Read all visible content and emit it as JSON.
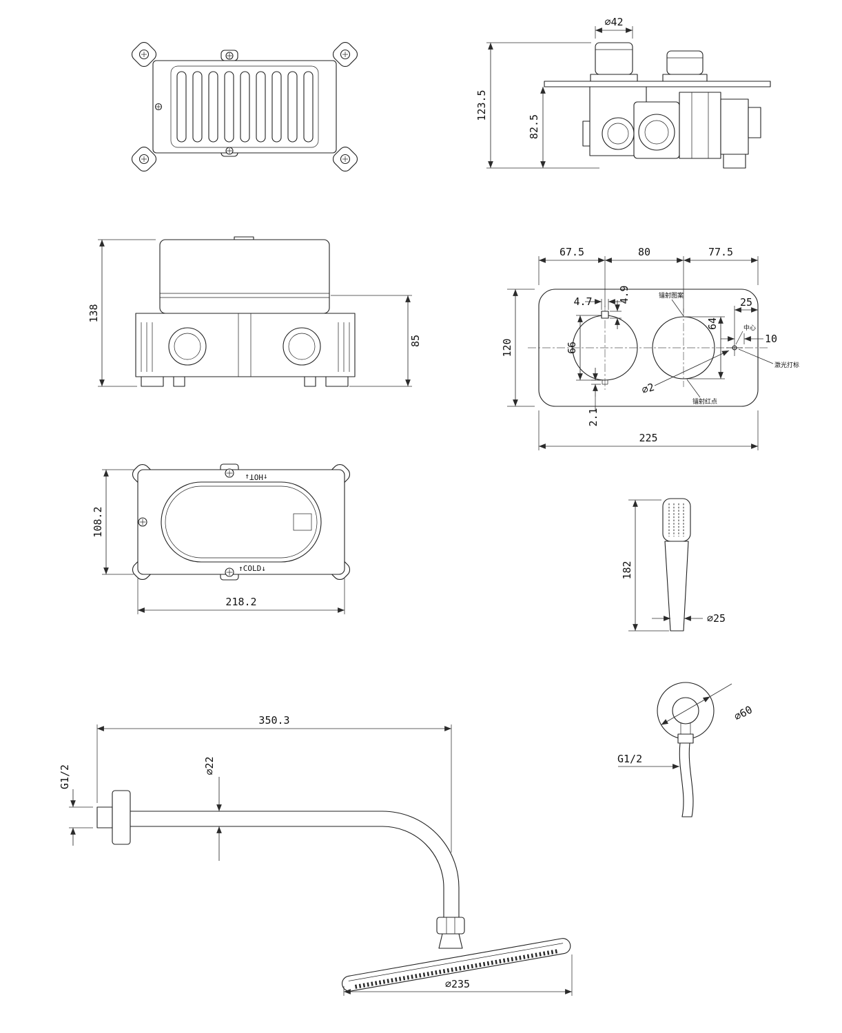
{
  "views": {
    "valve_side": {
      "knob_dia": "⌀42",
      "total_height": "123.5",
      "body_height": "82.5"
    },
    "valve_front": {
      "total_height": "138",
      "body_height": "85"
    },
    "faceplate": {
      "span_left": "67.5",
      "span_mid": "80",
      "span_right": "77.5",
      "notch_height": "4.9",
      "notch_width": "4.7",
      "knob2_dia": "64",
      "offset_right": "25",
      "offset_inner": "10",
      "knob1_dia": "66",
      "plate_height": "120",
      "hole_dia": "⌀2",
      "notch_depth": "2.1",
      "plate_width": "225",
      "ann_top": "镭射图案",
      "ann_center": "中心",
      "ann_laser": "激光打标",
      "ann_dot": "镭射红点"
    },
    "bracket_plan": {
      "height": "108.2",
      "width": "218.2",
      "hot_label": "↑HOT↓",
      "cold_label": "↑COLD↓"
    },
    "handshower": {
      "length": "182",
      "handle_dia": "⌀25",
      "holder_dia": "⌀60",
      "thread": "G1/2"
    },
    "shower_arm": {
      "length": "350.3",
      "thread": "G1/2",
      "tube_dia": "⌀22",
      "head_dia": "⌀235"
    }
  }
}
